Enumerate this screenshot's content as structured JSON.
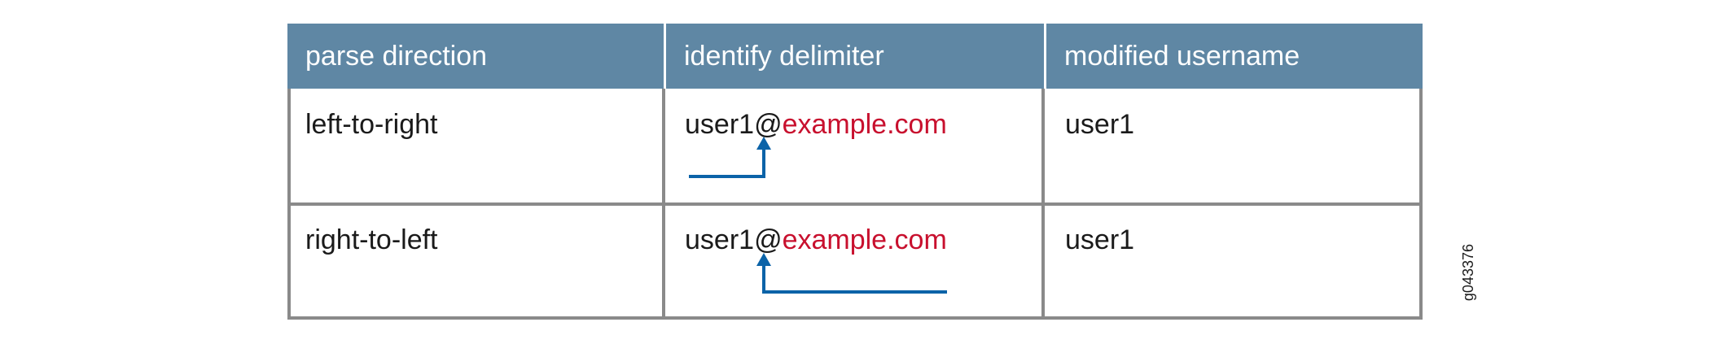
{
  "table": {
    "headers": [
      "parse direction",
      "identify delimiter",
      "modified username"
    ],
    "rows": [
      {
        "direction": "left-to-right",
        "user_part": "user1",
        "delimiter": "@",
        "domain_part": "example.com",
        "result": "user1",
        "arrow_origin": "left"
      },
      {
        "direction": "right-to-left",
        "user_part": "user1",
        "delimiter": "@",
        "domain_part": "example.com",
        "result": "user1",
        "arrow_origin": "right"
      }
    ]
  },
  "figure_id": "g043376",
  "colors": {
    "header_bg": "#5f87a4",
    "header_text": "#ffffff",
    "border": "#8a8a8a",
    "domain_text": "#c8102e",
    "arrow": "#0b63a8"
  }
}
